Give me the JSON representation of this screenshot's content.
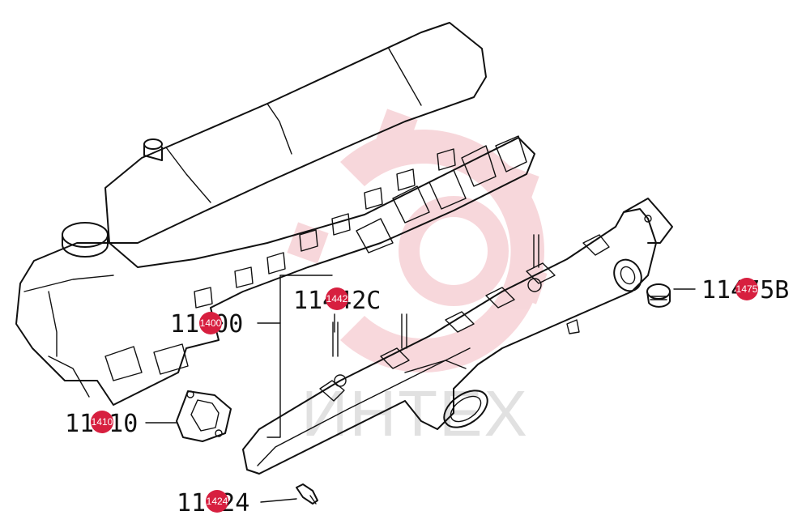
{
  "watermark": {
    "text": "ИНТЕХ",
    "color": "#f2b8bf"
  },
  "callouts": [
    {
      "label": "11400",
      "badge": "1400"
    },
    {
      "label": "11442C",
      "badge": "1442"
    },
    {
      "label": "11475B",
      "badge": "1475"
    },
    {
      "label": "11410",
      "badge": "1410"
    },
    {
      "label": "11424",
      "badge": "1424"
    }
  ],
  "colors": {
    "badge": "#d71f3f",
    "line": "#111111"
  }
}
